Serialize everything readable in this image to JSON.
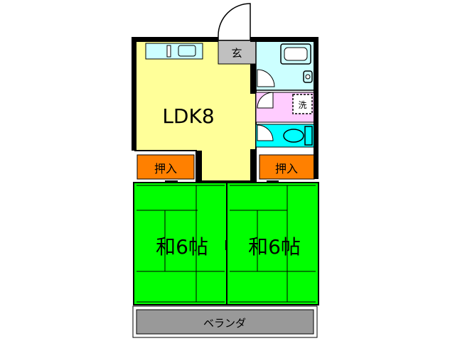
{
  "rooms": {
    "ldk": "LDK8",
    "entrance": "玄",
    "closet_left": "押入",
    "closet_right": "押入",
    "washitsu_left": "和6帖",
    "washitsu_right": "和6帖",
    "balcony": "ベランダ",
    "laundry": "洗"
  },
  "colors": {
    "ldk": "#ffff99",
    "tatami": "#00ff00",
    "closet": "#ff8000",
    "bath": "#ccffff",
    "toilet": "#00ffff",
    "washroom": "#ffccff",
    "balcony": "#999999",
    "wall": "#000000"
  },
  "icons": [
    "door-icon",
    "kitchen-sink-icon",
    "bathtub-icon",
    "washbasin-icon",
    "washing-machine-icon",
    "toilet-icon"
  ]
}
